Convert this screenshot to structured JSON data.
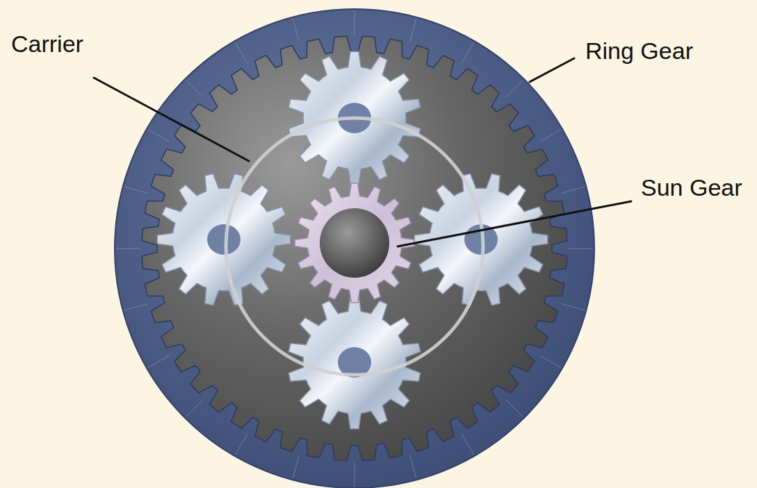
{
  "diagram": {
    "labels": [
      "Carrier",
      "Ring Gear",
      "Sun Gear"
    ]
  }
}
